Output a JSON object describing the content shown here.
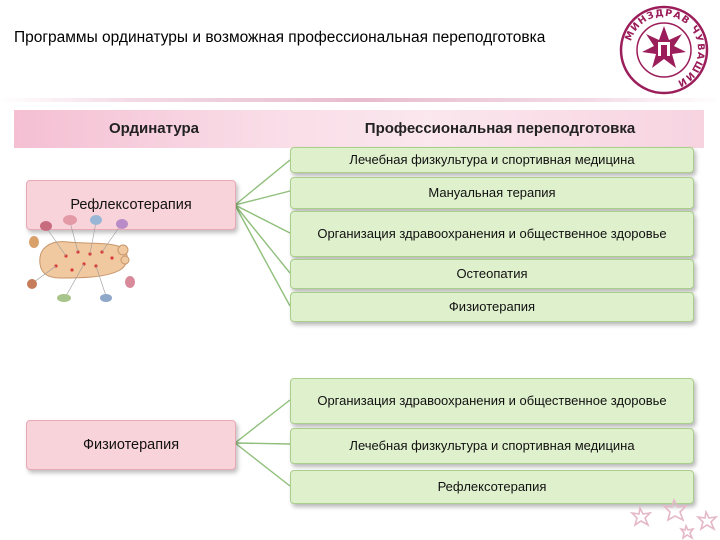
{
  "title": "Программы ординатуры и возможная профессиональная переподготовка",
  "emblem": {
    "ring_text": "МИНЗДРАВ ЧУВАШИИ",
    "ring_color": "#9b1d5a"
  },
  "header": {
    "left": "Ординатура",
    "right": "Профессиональная переподготовка"
  },
  "groups": [
    {
      "residency": "Рефлексотерапия",
      "programs": [
        "Лечебная физкультура и спортивная медицина",
        "Мануальная терапия",
        "Организация здравоохранения и общественное здоровье",
        "Остеопатия",
        "Физиотерапия"
      ]
    },
    {
      "residency": "Физиотерапия",
      "programs": [
        "Организация здравоохранения и общественное здоровье",
        "Лечебная физкультура и спортивная медицина",
        "Рефлексотерапия"
      ]
    }
  ],
  "colors": {
    "residency_fill": "#f9d3da",
    "program_fill": "#dff0cd",
    "connector": "#8fbf7a",
    "header_band": "#f7cfdd",
    "accent": "#9b1d5a"
  }
}
